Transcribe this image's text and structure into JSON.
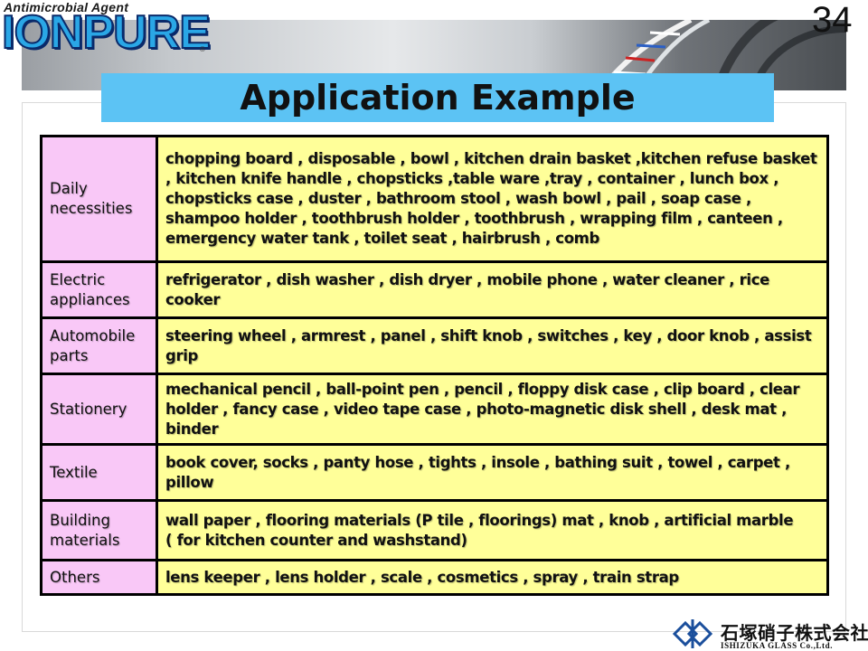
{
  "header": {
    "logo_subtitle": "Antimicrobial Agent",
    "logo_name": "IONPURE",
    "logo_registered": "®",
    "page_number": "34",
    "title": "Application Example"
  },
  "table": {
    "rows": [
      {
        "category": "Daily necessities",
        "items": "chopping board , disposable , bowl , kitchen drain basket ,kitchen refuse basket , kitchen knife handle , chopsticks ,table ware ,tray , container , lunch box , chopsticks case , duster , bathroom stool , wash bowl , pail , soap case , shampoo holder , toothbrush holder , toothbrush , wrapping film , canteen , emergency water tank , toilet seat , hairbrush , comb"
      },
      {
        "category": "Electric appliances",
        "items": "refrigerator , dish washer , dish dryer , mobile phone , water cleaner , rice cooker"
      },
      {
        "category": "Automobile parts",
        "items": "steering wheel , armrest , panel , shift knob , switches , key , door knob , assist grip"
      },
      {
        "category": "Stationery",
        "items": "mechanical pencil , ball-point pen , pencil , floppy disk case , clip board , clear holder , fancy case , video tape case , photo-magnetic disk shell , desk mat , binder"
      },
      {
        "category": "Textile",
        "items": "book cover, socks , panty hose , tights , insole , bathing suit , towel , carpet , pillow"
      },
      {
        "category": "Building materials",
        "items": "wall paper , flooring materials (P tile , floorings) mat , knob , artificial marble",
        "items_note": "( for kitchen counter and washstand)"
      },
      {
        "category": "Others",
        "items": "lens keeper , lens holder , scale , cosmetics , spray , train strap"
      }
    ]
  },
  "footer": {
    "company_name_jp": "石塚硝子株式会社",
    "company_name_en": "ISHIZUKA GLASS Co.,Ltd."
  },
  "colors": {
    "title_bar": "#5cc3f4",
    "category_cell": "#f9c8f7",
    "items_cell": "#ffff99",
    "logo": "#2aa7e6"
  }
}
